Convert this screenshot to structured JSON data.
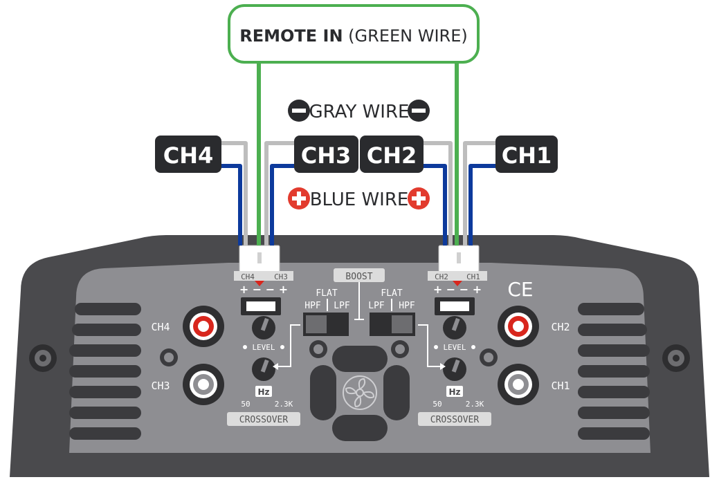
{
  "remote": {
    "bold": "REMOTE IN",
    "rest": " (GREEN WIRE)"
  },
  "gray_wire": "GRAY WIRE",
  "blue_wire": "BLUE WIRE",
  "channels": {
    "ch1": "CH1",
    "ch2": "CH2",
    "ch3": "CH3",
    "ch4": "CH4"
  },
  "amp": {
    "ce_mark": "CE",
    "boost": "BOOST",
    "left_filter": {
      "flat": "FLAT",
      "hpf": "HPF",
      "lpf": "LPF"
    },
    "right_filter": {
      "flat": "FLAT",
      "lpf": "LPF",
      "hpf": "HPF"
    },
    "level": "LEVEL",
    "hz": "Hz",
    "freq_min": "50",
    "freq_max": "2.3K",
    "crossover": "CROSSOVER",
    "connector_left": {
      "a": "CH4",
      "b": "CH3"
    },
    "connector_right": {
      "a": "CH2",
      "b": "CH1"
    },
    "polarity": "+ − − +",
    "rca": {
      "ch4": "CH4",
      "ch3": "CH3",
      "ch2": "CH2",
      "ch1": "CH1"
    }
  },
  "colors": {
    "green_wire": "#4caf50",
    "gray_wire": "#bdbdbd",
    "blue_wire": "#0d3a9c",
    "badge_bg": "#2a2b2e",
    "amp_body": "#4a4a4d",
    "amp_panel": "#8e8e92",
    "minus_icon": "#2a2b2e",
    "plus_icon": "#e23b2e",
    "rca_red": "#d8261d"
  }
}
